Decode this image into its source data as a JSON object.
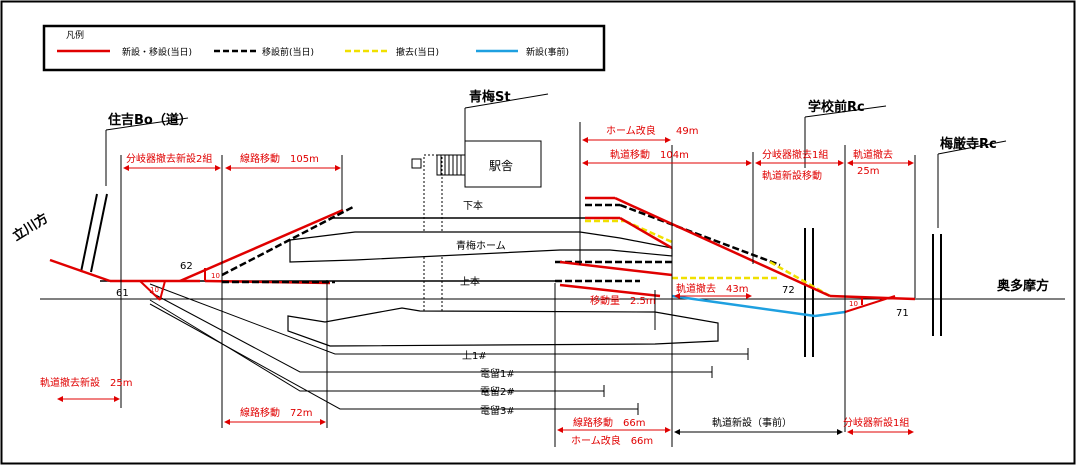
{
  "legend": {
    "title": "凡例",
    "items": [
      {
        "label": "新設・移設(当日)",
        "color": "#e00000",
        "style": "solid"
      },
      {
        "label": "移設前(当日)",
        "color": "#000000",
        "style": "dashed"
      },
      {
        "label": "撤去(当日)",
        "color": "#f0e000",
        "style": "dashed"
      },
      {
        "label": "新設(事前)",
        "color": "#1ea0e0",
        "style": "solid"
      }
    ]
  },
  "places": {
    "tachikawa": "立川方",
    "okutama": "奥多摩方",
    "sumiyoshi": "住吉Bo（道）",
    "ome_st": "青梅St",
    "gakko": "学校前Rc",
    "baigan": "梅厳寺Rc"
  },
  "building": {
    "station_house": "駅舎",
    "platform": "青梅ホーム"
  },
  "tracks": {
    "down": "下本",
    "up": "上本",
    "up1": "上1#",
    "siding1": "電留1#",
    "siding2": "電留2#",
    "siding3": "電留3#"
  },
  "points": {
    "p61": "61",
    "p62": "62",
    "p71": "71",
    "p72": "72",
    "n10a": "10",
    "n10b": "10",
    "n10c": "10"
  },
  "notes": {
    "branch_remove_new2": "分岐器撤去新設2組",
    "line_move_105": "線路移動　105m",
    "home_kairyo_49": "ホーム改良",
    "home_kairyo_49_len": "49m",
    "track_move_104": "軌道移動　104m",
    "branch_remove1": "分岐器撤去1組",
    "track_new_move": "軌道新設移動",
    "track_remove": "軌道撤去",
    "track_remove_len": "25m",
    "track_remove_43": "軌道撤去　43m",
    "move_amount": "移動量　2.5m",
    "track_remove_new_25": "軌道撤去新設　25m",
    "line_move_72": "線路移動　72m",
    "line_move_66": "線路移動　66m",
    "home_kairyo_66": "ホーム改良　66m",
    "track_new_pre": "軌道新設（事前）",
    "branch_new1": "分岐器新設1組"
  }
}
